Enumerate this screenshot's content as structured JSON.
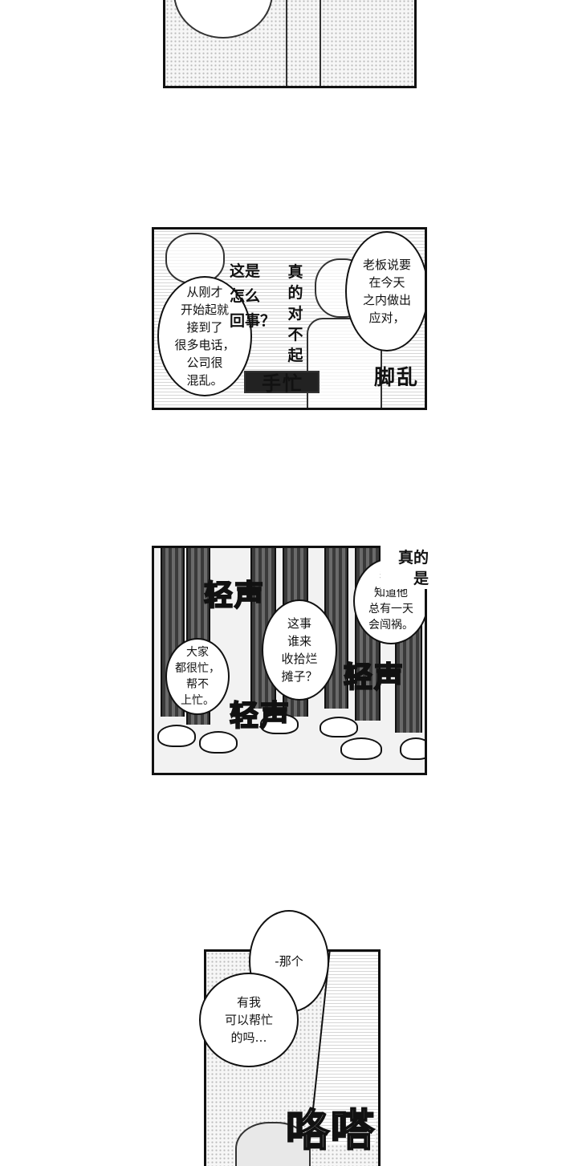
{
  "panel2": {
    "bubble_left": "从刚才\n开始起就\n接到了\n很多电话，\n公司很\n混乱。",
    "question": "这是\n怎么\n回事？",
    "apology": "真\n的\n对\n不\n起",
    "bubble_right": "老板说要\n在今天\n之内做出\n应对，",
    "sfx_busy": "手忙",
    "sfx_chaos": "脚乱"
  },
  "panel3": {
    "whisper_a": "轻声",
    "whisper_b": "轻声",
    "whisper_c": "轻声",
    "aside": "真的\n是",
    "bubble_knew": "我就\n知道他\n总有一天\n会闯祸。",
    "bubble_who": "这事\n谁来\n收拾烂\n摊子？",
    "bubble_busy": "大家\n都很忙，\n帮不\n上忙。"
  },
  "panel4": {
    "bubble_um": "-那个",
    "bubble_help": "有我\n可以帮忙\n的吗…",
    "sfx_tap": "咯嗒"
  }
}
